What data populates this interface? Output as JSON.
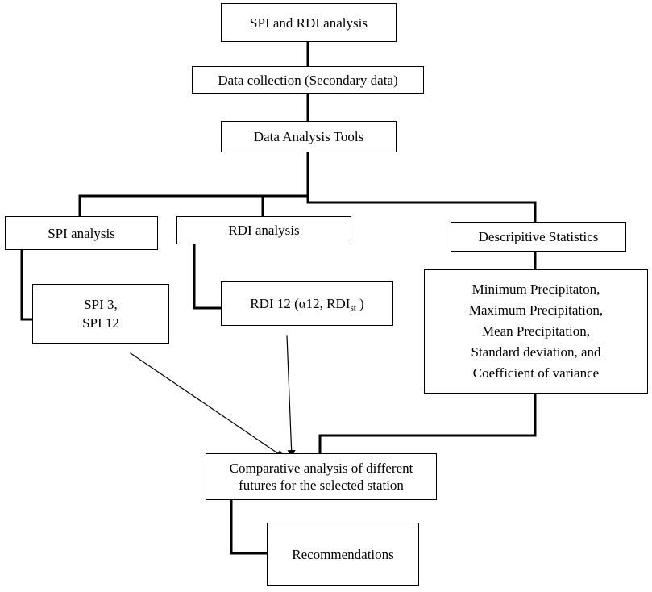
{
  "nodes": {
    "spi_rdi": "SPI and RDI analysis",
    "data_collection": "Data collection (Secondary data)",
    "tools": "Data Analysis Tools",
    "spi_analysis": "SPI analysis",
    "rdi_analysis": "RDI analysis",
    "descriptive": "Descripitive Statistics",
    "spi_values": [
      "SPI 3,",
      "SPI 12"
    ],
    "rdi_values": {
      "main": "RDI 12 (α12, RDI",
      "sub": "st",
      "close": ")"
    },
    "statistics": [
      "Minimum Precipitaton,",
      "Maximum Precipitation,",
      "Mean Precipitation,",
      "Standard deviation, and",
      "Coefficient of variance"
    ],
    "comparative": [
      "Comparative analysis of different",
      "futures for the selected station"
    ],
    "recommendations": "Recommendations"
  }
}
